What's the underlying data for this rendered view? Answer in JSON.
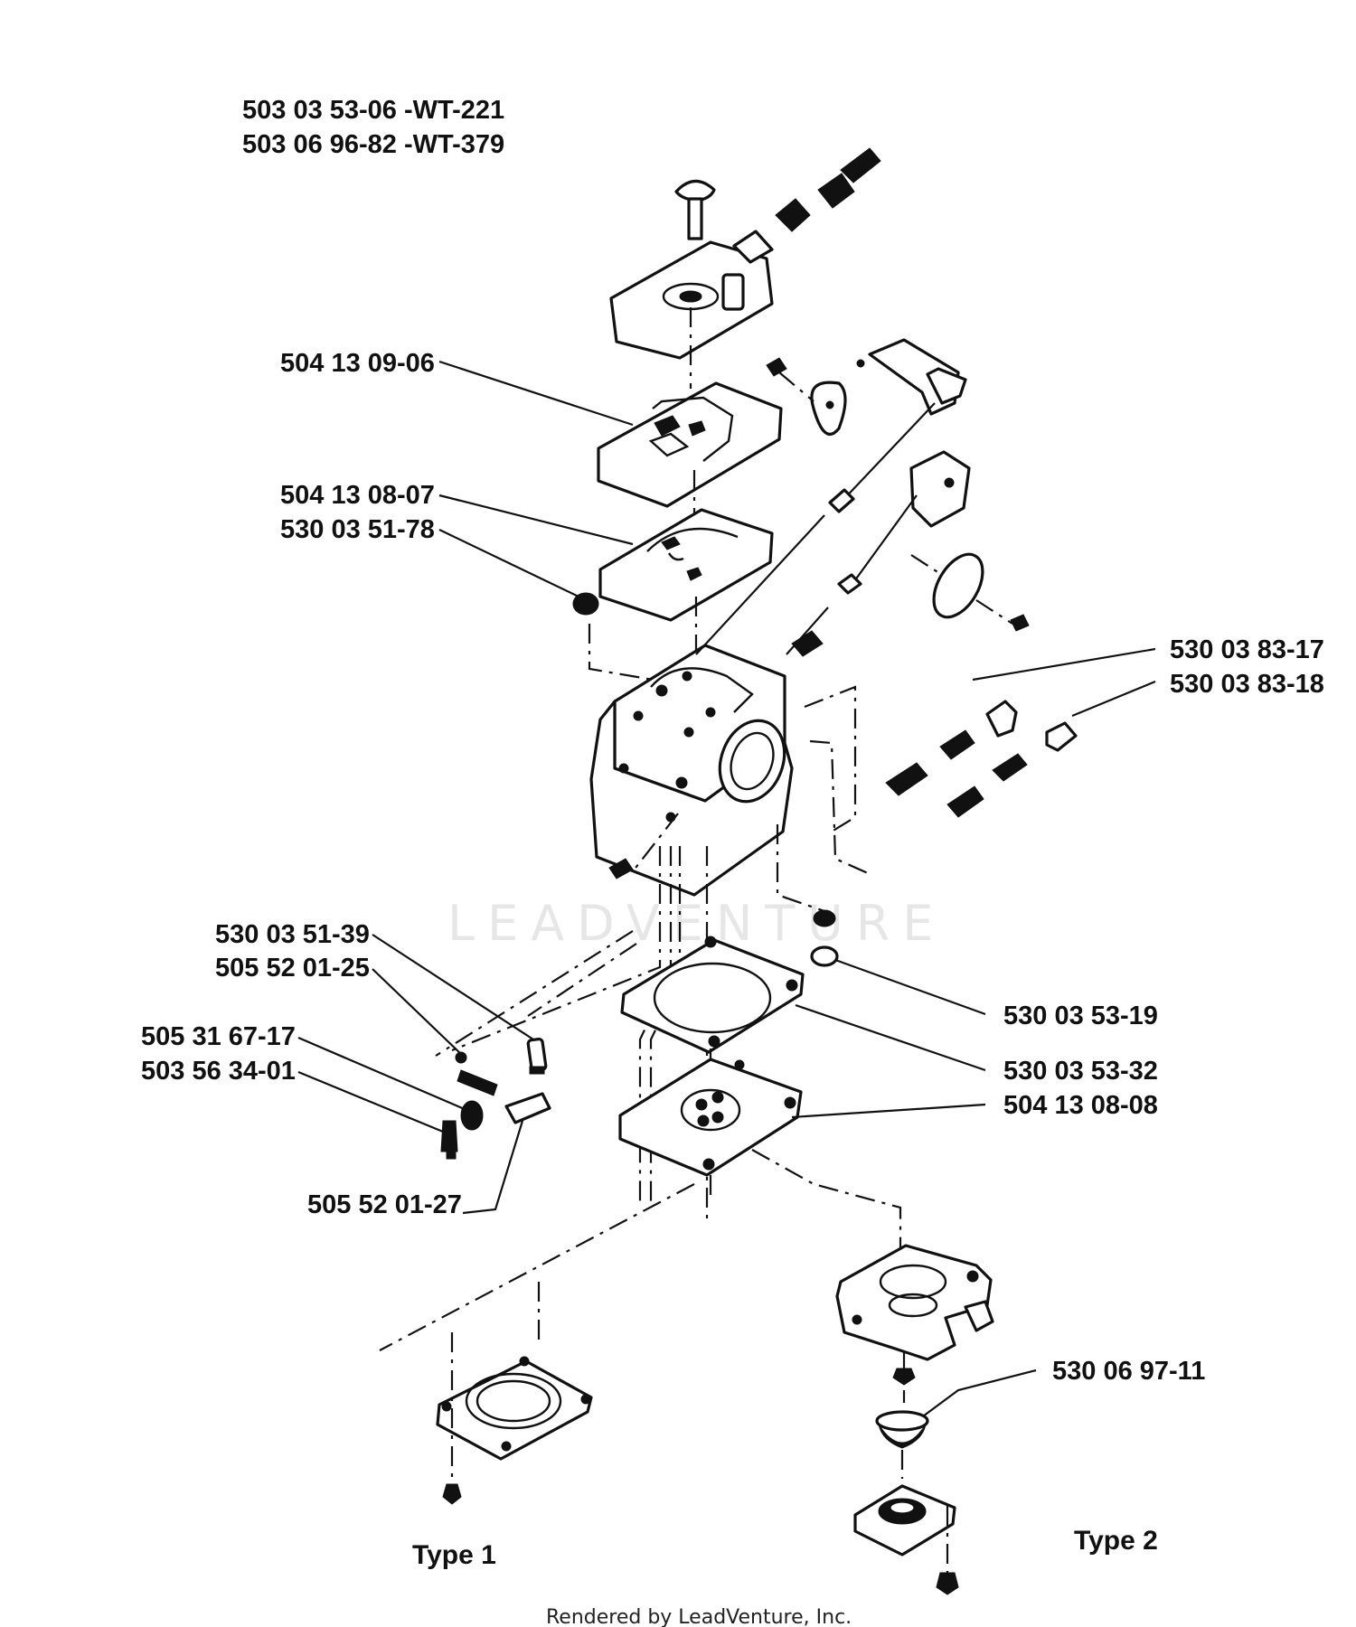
{
  "header": {
    "kit_line_1": "503 03 53-06 -WT-221",
    "kit_line_2": "503 06 96-82 -WT-379"
  },
  "labels": {
    "p_504_13_09_06": "504 13 09-06",
    "p_504_13_08_07": "504 13 08-07",
    "p_530_03_51_78": "530 03 51-78",
    "p_530_03_83_17": "530 03 83-17",
    "p_530_03_83_18": "530 03 83-18",
    "p_530_03_51_39": "530 03 51-39",
    "p_505_52_01_25": "505 52 01-25",
    "p_505_31_67_17": "505 31 67-17",
    "p_503_56_34_01": "503 56 34-01",
    "p_530_03_53_19": "530 03 53-19",
    "p_530_03_53_32": "530 03 53-32",
    "p_504_13_08_08": "504 13 08-08",
    "p_505_52_01_27": "505 52 01-27",
    "p_530_06_97_11": "530 06 97-11"
  },
  "types": {
    "type1": "Type 1",
    "type2": "Type 2"
  },
  "watermark": "LEADVENTURE",
  "footer": "Rendered by LeadVenture, Inc."
}
